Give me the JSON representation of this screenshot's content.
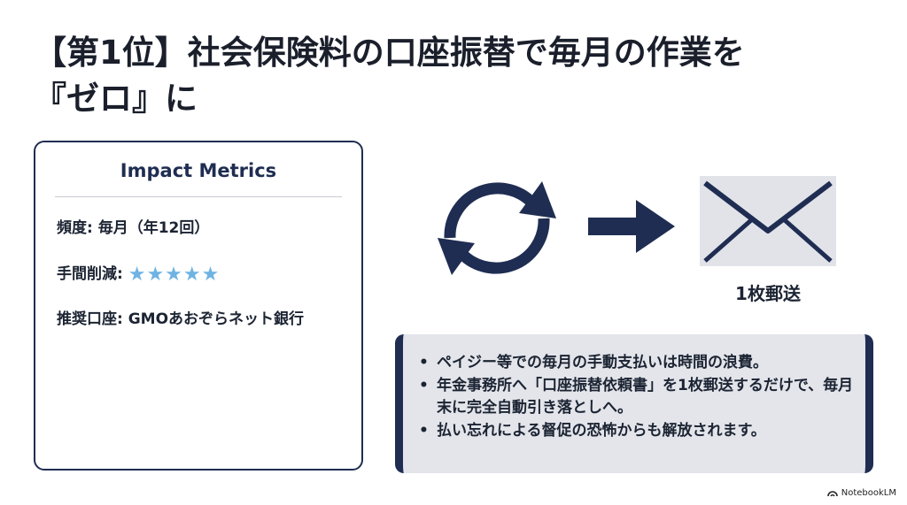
{
  "title_line1": "【第1位】社会保険料の口座振替で毎月の作業を",
  "title_line2": "『ゼロ』に",
  "metrics": {
    "heading": "Impact Metrics",
    "frequency": "頻度: 毎月（年12回）",
    "effort_label": "手間削減:",
    "effort_stars": "★★★★★",
    "effort_rating": 5,
    "bank": "推奨口座: GMOあおぞらネット銀行"
  },
  "diagram": {
    "cycle_icon": "refresh-cycle-icon",
    "arrow_icon": "right-arrow-icon",
    "mail_icon": "envelope-icon",
    "mail_caption": "1枚郵送"
  },
  "notes": [
    "ペイジー等での毎月の手動支払いは時間の浪費。",
    "年金事務所へ「口座振替依頼書」を1枚郵送するだけで、毎月末に完全自動引き落としへ。",
    "払い忘れによる督促の恐怖からも解放されます。"
  ],
  "footer": {
    "logo_text": "NotebookLM"
  },
  "colors": {
    "navy": "#1f2d52",
    "star": "#6fb3e3",
    "note_bg": "#e3e5ea",
    "mail": "#e1e3e9"
  }
}
